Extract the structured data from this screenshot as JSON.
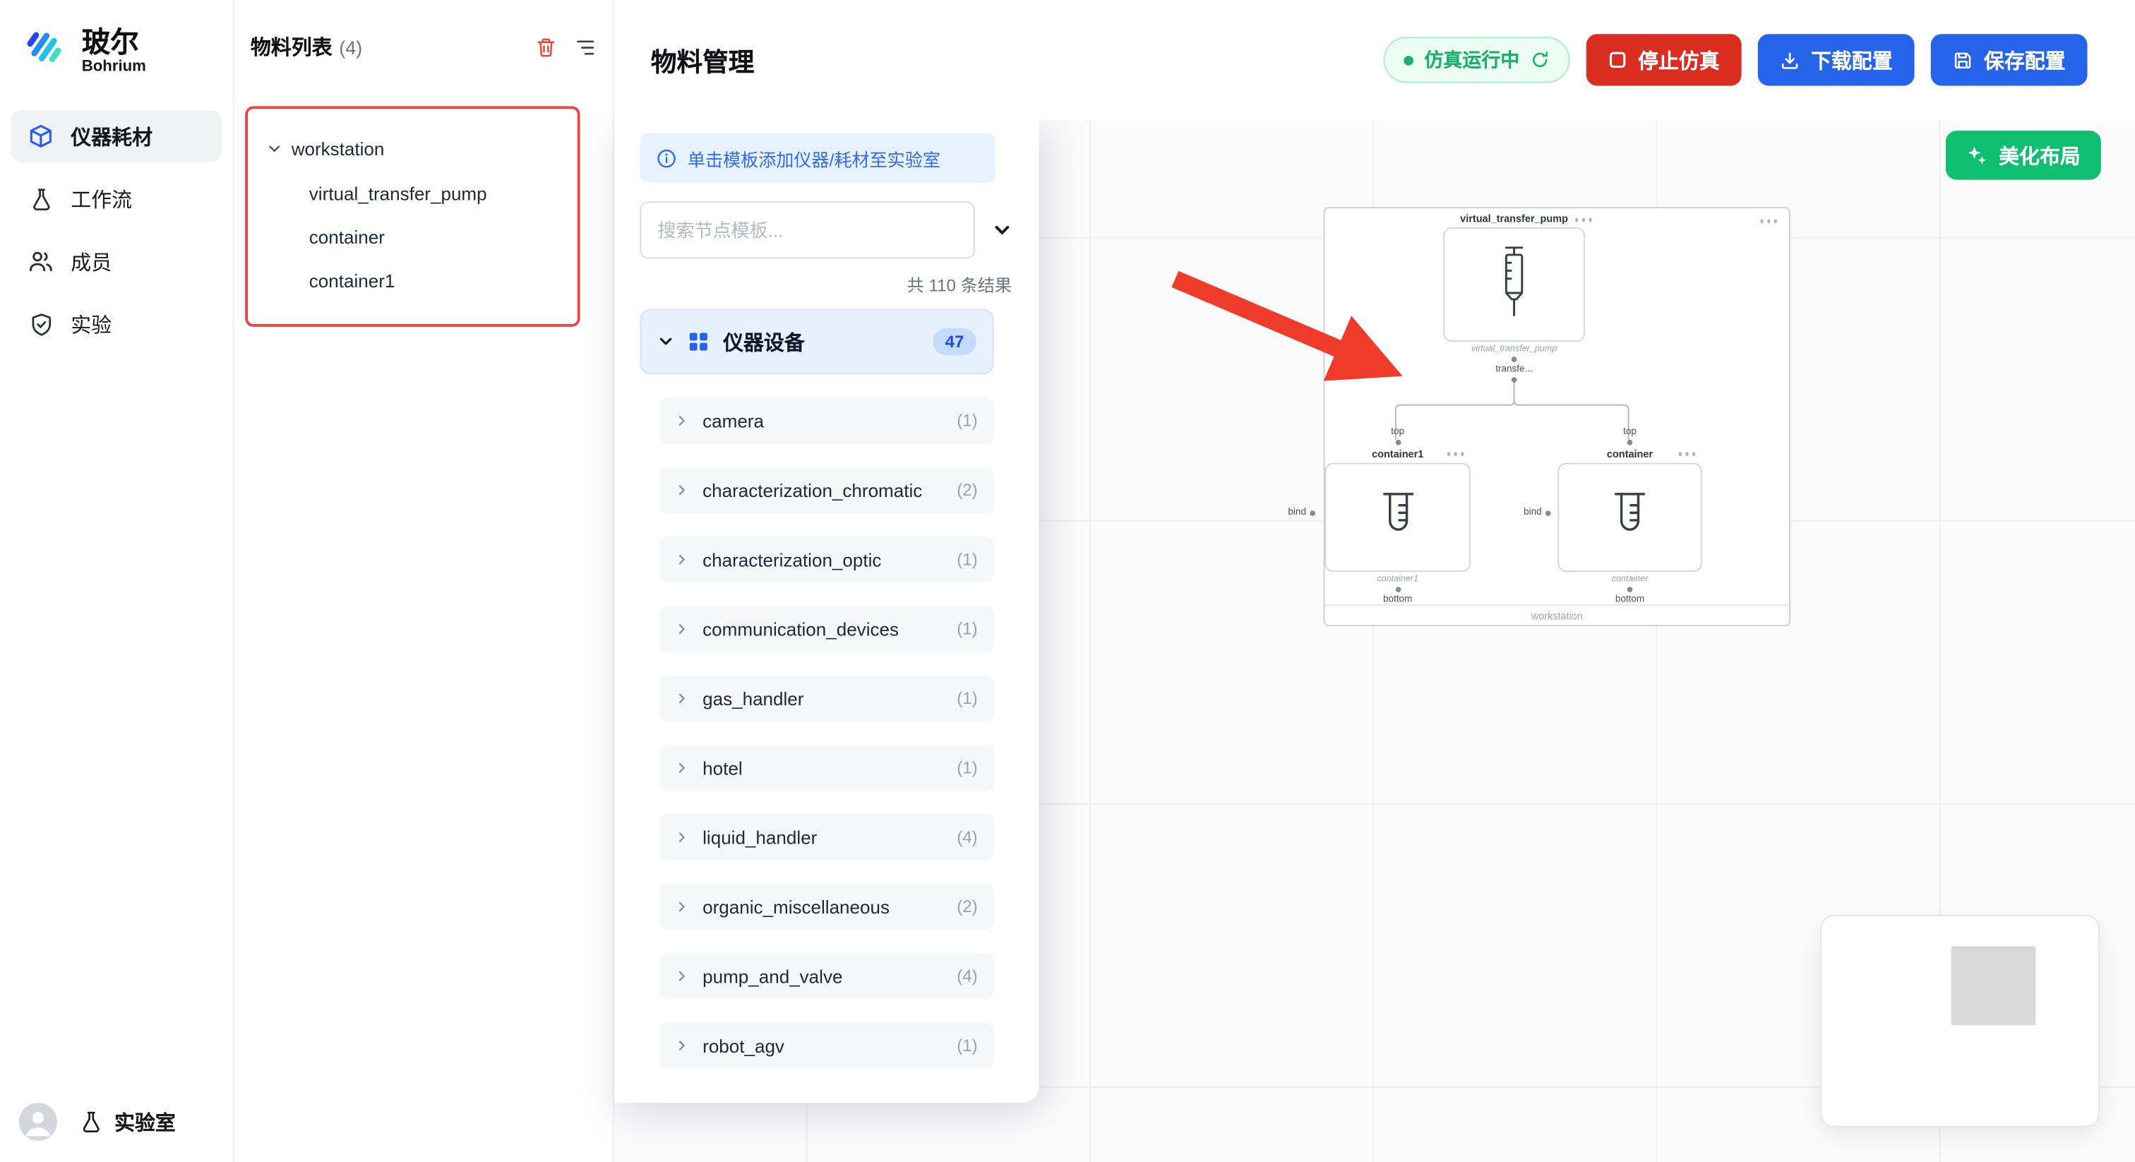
{
  "brand": {
    "name": "玻尔",
    "subname": "Bohrium"
  },
  "sidebar": {
    "items": [
      {
        "label": "仪器耗材"
      },
      {
        "label": "工作流"
      },
      {
        "label": "成员"
      },
      {
        "label": "实验"
      }
    ],
    "footer_label": "实验室"
  },
  "material_panel": {
    "title": "物料列表",
    "count": "(4)",
    "root": "workstation",
    "children": [
      {
        "label": "virtual_transfer_pump"
      },
      {
        "label": "container"
      },
      {
        "label": "container1"
      }
    ]
  },
  "header": {
    "title": "物料管理",
    "status": "仿真运行中",
    "stop": "停止仿真",
    "download": "下载配置",
    "save": "保存配置"
  },
  "template_panel": {
    "banner": "单击模板添加仪器/耗材至实验室",
    "search_placeholder": "搜索节点模板...",
    "results": "共 110 条结果",
    "category": {
      "label": "仪器设备",
      "badge": "47"
    },
    "items": [
      {
        "label": "camera",
        "count": "(1)"
      },
      {
        "label": "characterization_chromatic",
        "count": "(2)"
      },
      {
        "label": "characterization_optic",
        "count": "(1)"
      },
      {
        "label": "communication_devices",
        "count": "(1)"
      },
      {
        "label": "gas_handler",
        "count": "(1)"
      },
      {
        "label": "hotel",
        "count": "(1)"
      },
      {
        "label": "liquid_handler",
        "count": "(4)"
      },
      {
        "label": "organic_miscellaneous",
        "count": "(2)"
      },
      {
        "label": "pump_and_valve",
        "count": "(4)"
      },
      {
        "label": "robot_agv",
        "count": "(1)"
      }
    ]
  },
  "canvas": {
    "beautify": "美化布局",
    "group_label": "workstation",
    "pump": {
      "title": "virtual_transfer_pump",
      "subtitle": "virtual_transfer_pump",
      "port": "transfe..."
    },
    "left_node": {
      "top": "top",
      "title": "container1",
      "subtitle": "container1",
      "bottom": "bottom",
      "bind": "bind"
    },
    "right_node": {
      "top": "top",
      "title": "container",
      "subtitle": "container",
      "bottom": "bottom",
      "bind": "bind"
    }
  },
  "colors": {
    "primary_blue": "#2563eb",
    "danger_red": "#d92d20",
    "success_green": "#17b26a",
    "beautify_green": "#0ebe71",
    "highlight_red": "#ef4444",
    "arrow_red": "#ee3b2a"
  }
}
